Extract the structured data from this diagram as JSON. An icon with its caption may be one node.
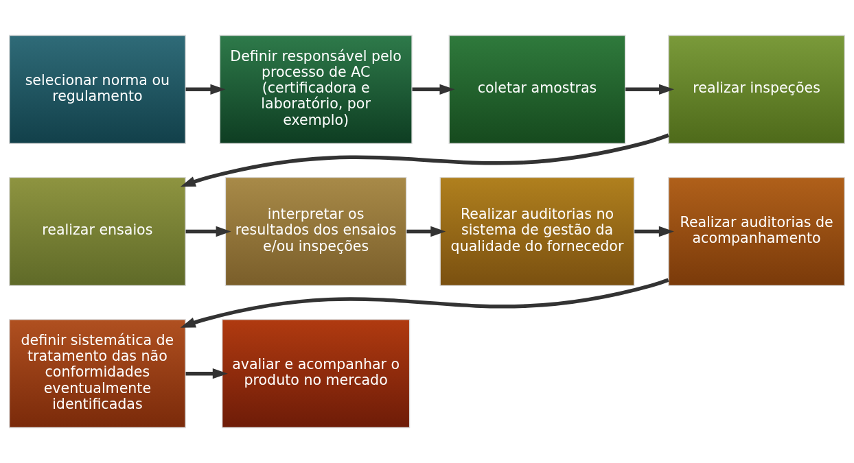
{
  "diagram": {
    "nodes": [
      {
        "text": [
          "selecionar norma ou regulamento"
        ]
      },
      {
        "text": [
          "Definir responsável pelo processo de AC (certificadora e laboratório, por exemplo)"
        ]
      },
      {
        "text": [
          "coletar amostras"
        ]
      },
      {
        "text": [
          "realizar inspeções"
        ]
      },
      {
        "text": [
          "realizar ensaios"
        ]
      },
      {
        "text": [
          "interpretar os resultados dos ensaios e/ou inspeções"
        ]
      },
      {
        "text": [
          "Realizar auditorias no sistema de gestão da qualidade do fornecedor"
        ]
      },
      {
        "text": [
          "Realizar auditorias de acompanhamento"
        ]
      },
      {
        "text": [
          "definir sistemática de tratamento das não conformidades eventualmente identificadas"
        ]
      },
      {
        "text": [
          "avaliar e acompanhar o produto no mercado"
        ]
      }
    ],
    "edges": [
      {
        "from": 0,
        "to": 1,
        "arrow": "to"
      },
      {
        "from": 1,
        "to": 2,
        "arrow": "to"
      },
      {
        "from": 2,
        "to": 3,
        "arrow": "to"
      },
      {
        "from": 3,
        "to": 4,
        "arrow": "to"
      },
      {
        "from": 4,
        "to": 5,
        "arrow": "to"
      },
      {
        "from": 5,
        "to": 6,
        "arrow": "to"
      },
      {
        "from": 6,
        "to": 7,
        "arrow": "to"
      },
      {
        "from": 7,
        "to": 8,
        "arrow": "to"
      },
      {
        "from": 8,
        "to": 9,
        "arrow": "to"
      }
    ]
  }
}
